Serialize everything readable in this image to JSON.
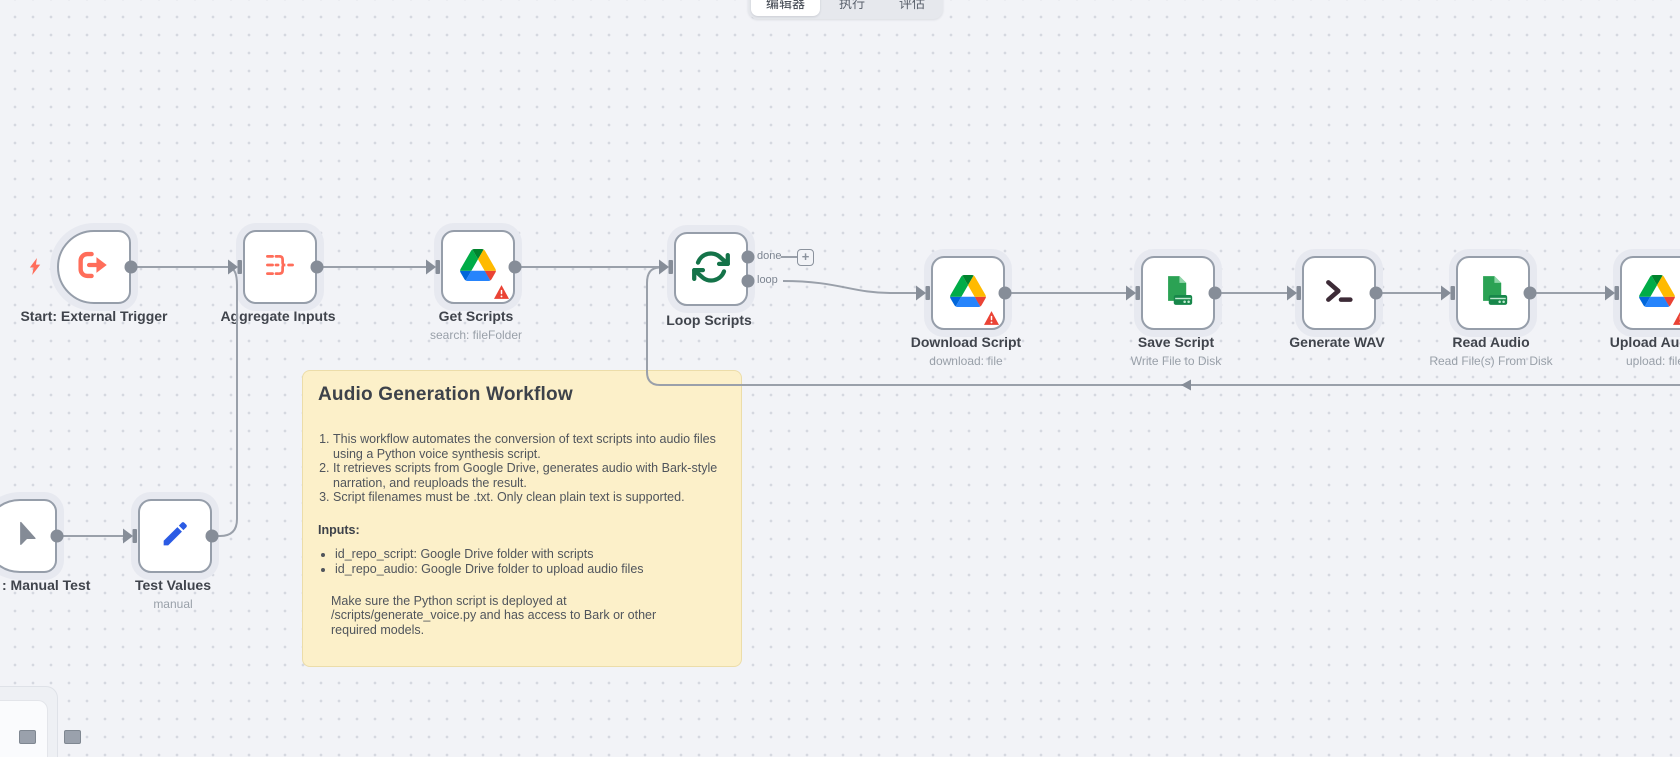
{
  "tabs": {
    "editor": "编辑器",
    "executions": "执行",
    "evaluations": "评估"
  },
  "nodes": [
    {
      "label": "Start: External Trigger",
      "sub": ""
    },
    {
      "label": "Aggregate Inputs",
      "sub": ""
    },
    {
      "label": "Get Scripts",
      "sub": "search: fileFolder"
    },
    {
      "label": "Loop Scripts",
      "sub": ""
    },
    {
      "label": "Download Script",
      "sub": "download: file"
    },
    {
      "label": "Save Script",
      "sub": "Write File to Disk"
    },
    {
      "label": "Generate WAV",
      "sub": ""
    },
    {
      "label": "Read Audio",
      "sub": "Read File(s) From Disk"
    },
    {
      "label": "Upload Audio",
      "sub": "upload: file"
    },
    {
      "label": ": Manual Test",
      "sub": ""
    },
    {
      "label": "Test Values",
      "sub": "manual"
    }
  ],
  "ports": {
    "done": "done",
    "loop": "loop",
    "plus": "+"
  },
  "sticky": {
    "title": "Audio Generation Workflow",
    "numbered": [
      "This workflow automates the conversion of text scripts into audio files using a Python voice synthesis script.",
      "It retrieves scripts from Google Drive, generates audio with Bark-style narration, and reuploads the result.",
      "Script filenames must be .txt. Only clean plain text is supported."
    ],
    "inputs_heading": "Inputs:",
    "bullets": [
      "id_repo_script: Google Drive folder with scripts",
      "id_repo_audio: Google Drive folder to upload audio files"
    ],
    "footer": "Make sure the Python script is deployed at /scripts/generate_voice.py and has access to Bark or other required models."
  },
  "colors": {
    "accent_orange": "#ff6d5a",
    "loop_green": "#147349",
    "file_green": "#2ba254",
    "pencil_blue": "#2b5be4",
    "warning_red": "#ea4335",
    "terminal_dark": "#3d2b37",
    "sticky_bg": "#fcf0c9",
    "wire_gray": "#9aa0aa"
  }
}
